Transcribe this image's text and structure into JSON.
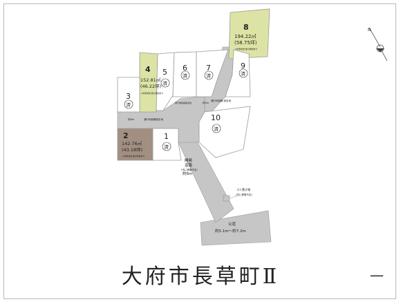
{
  "title": "大府市長草町Ⅱ",
  "next_control": "一",
  "colors": {
    "lot_highlight_yellow": "#dde3a4",
    "lot_highlight_brown": "#a28f82",
    "road": "#c6c6c6",
    "lot": "#ffffff",
    "line": "#9a9a9a"
  },
  "lots": [
    {
      "number": "8",
      "area_sqm": "194.22㎡",
      "area_tsubo": "(58.75坪)",
      "note": "※対象地を含む敷地あり"
    },
    {
      "number": "4",
      "area_sqm": "152.81㎡",
      "area_tsubo": "(46.22坪)",
      "note": "※対象地を含む敷地あり"
    },
    {
      "number": "2",
      "area_sqm": "142.76㎡",
      "area_tsubo": "(43.18坪)",
      "note": "※対象地を含む敷地あり"
    },
    {
      "number": "5",
      "status": "済"
    },
    {
      "number": "6",
      "status": "済"
    },
    {
      "number": "7",
      "status": "済"
    },
    {
      "number": "9",
      "status": "済"
    },
    {
      "number": "3",
      "status": "済"
    },
    {
      "number": "10",
      "status": "済"
    },
    {
      "number": "1",
      "status": "済"
    }
  ],
  "road_labels": {
    "development_road": "開発\n道路\n(市に移管予定)\n約6m",
    "public_road": "公道",
    "public_road_width": "約5.1m～約7.2m",
    "right_of_way_center": "通行地役権設定地",
    "right_of_way_left": "通行地役権設定地",
    "right_of_way_right": "通行地役権\n設定地",
    "width_6m": "約6m",
    "width_4m": "約4m",
    "gomi": "ゴミ置き場",
    "gomi_note": "(市に移管予定)"
  },
  "compass_label": "N"
}
